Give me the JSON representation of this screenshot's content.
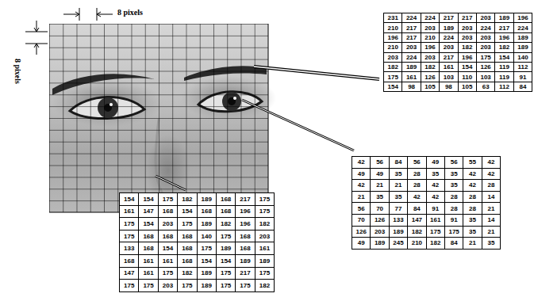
{
  "diagram": {
    "labels": [
      "8 pixels",
      "8 pixels",
      "231",
      "224",
      "224",
      "217",
      "217",
      "203",
      "189",
      "196",
      "210",
      "217",
      "203",
      "189",
      "203",
      "224",
      "217",
      "224",
      "196",
      "217",
      "210",
      "224",
      "203",
      "203",
      "196",
      "189",
      "210",
      "203",
      "196",
      "203",
      "182",
      "203",
      "182",
      "189",
      "203",
      "224",
      "203",
      "217",
      "196",
      "175",
      "154",
      "140",
      "182",
      "189",
      "182",
      "161",
      "154",
      "126",
      "119",
      "112",
      "175",
      "161",
      "126",
      "103",
      "110",
      "103",
      "119",
      "91",
      "154",
      "98",
      "105",
      "98",
      "105",
      "63",
      "112",
      "84",
      "42",
      "56",
      "84",
      "56",
      "49",
      "56",
      "55",
      "42",
      "49",
      "49",
      "35",
      "28",
      "35",
      "35",
      "42",
      "42",
      "42",
      "21",
      "21",
      "28",
      "42",
      "35",
      "42",
      "28",
      "21",
      "35",
      "35",
      "42",
      "42",
      "28",
      "28",
      "14",
      "56",
      "70",
      "77",
      "84",
      "91",
      "28",
      "28",
      "21",
      "70",
      "126",
      "133",
      "147",
      "161",
      "91",
      "35",
      "14",
      "126",
      "203",
      "189",
      "182",
      "175",
      "175",
      "35",
      "21",
      "49",
      "189",
      "245",
      "210",
      "182",
      "84",
      "21",
      "35",
      "154",
      "154",
      "175",
      "182",
      "189",
      "168",
      "217",
      "175",
      "161",
      "147",
      "168",
      "154",
      "168",
      "168",
      "196",
      "175",
      "175",
      "154",
      "203",
      "175",
      "189",
      "182",
      "196",
      "182",
      "175",
      "168",
      "168",
      "168",
      "140",
      "175",
      "168",
      "203",
      "133",
      "168",
      "154",
      "168",
      "175",
      "189",
      "168",
      "161",
      "168",
      "161",
      "161",
      "168",
      "154",
      "154",
      "189",
      "189",
      "147",
      "161",
      "175",
      "182",
      "189",
      "175",
      "217",
      "175",
      "175",
      "175",
      "203",
      "175",
      "189",
      "175",
      "175",
      "182"
    ]
  }
}
